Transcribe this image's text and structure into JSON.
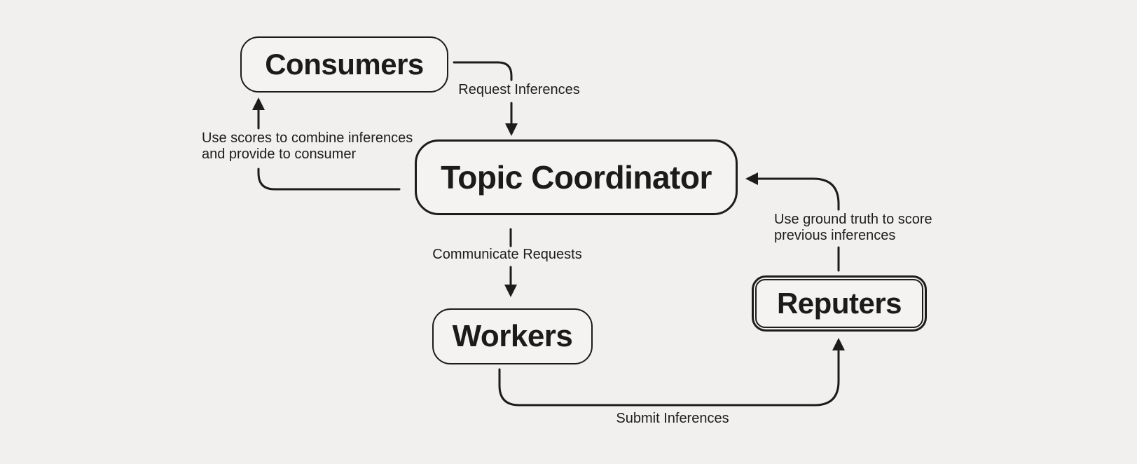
{
  "diagram": {
    "background_color": "#f1f0ee",
    "ink_color": "#1c1c1a",
    "nodes": {
      "consumers": {
        "label": "Consumers"
      },
      "topic_coordinator": {
        "label": "Topic Coordinator"
      },
      "workers": {
        "label": "Workers"
      },
      "reputers": {
        "label": "Reputers"
      }
    },
    "edges": {
      "request_inferences": {
        "label": "Request Inferences",
        "from": "Consumers",
        "to": "Topic Coordinator",
        "direction": "down"
      },
      "use_scores": {
        "line1": "Use scores to combine inferences",
        "line2": "and provide to consumer",
        "from": "Topic Coordinator",
        "to": "Consumers",
        "direction": "up"
      },
      "communicate_requests": {
        "label": "Communicate Requests",
        "from": "Topic Coordinator",
        "to": "Workers",
        "direction": "down"
      },
      "submit_inferences": {
        "label": "Submit Inferences",
        "from": "Workers",
        "to": "Reputers",
        "direction": "right-then-up"
      },
      "use_ground_truth": {
        "line1": "Use ground truth to score",
        "line2": "previous inferences",
        "from": "Reputers",
        "to": "Topic Coordinator",
        "direction": "up-then-left"
      }
    }
  }
}
